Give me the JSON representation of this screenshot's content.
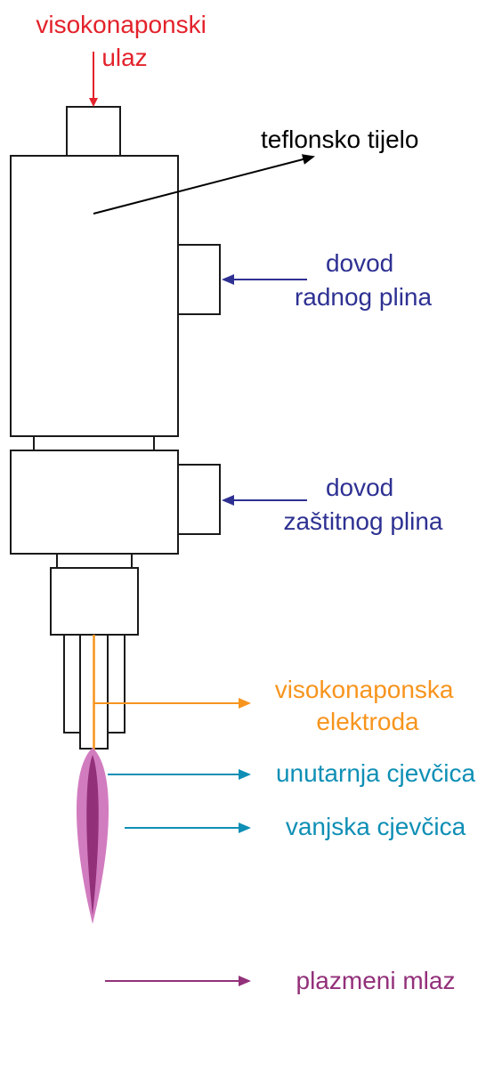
{
  "labels": {
    "hv_input": [
      "visokonaponski",
      "ulaz"
    ],
    "teflon_body": [
      "teflonsko tijelo"
    ],
    "working_gas": [
      "dovod",
      "radnog plina"
    ],
    "shield_gas": [
      "dovod",
      "zaštitnog plina"
    ],
    "hv_electrode": [
      "visokonaponska",
      "elektroda"
    ],
    "inner_tube": [
      "unutarnja cjevčica"
    ],
    "outer_tube": [
      "vanjska cjevčica"
    ],
    "plasma_jet": [
      "plazmeni mlaz"
    ]
  },
  "colors": {
    "outline": "#1a1a1a",
    "hv_input": "#e3222b",
    "teflon_body": "#000000",
    "gas": "#2e3192",
    "electrode": "#f7941d",
    "tubes": "#0f8fb5",
    "plasma_outer": "#d27cc0",
    "plasma_inner": "#93307a",
    "plasma_label": "#93307a"
  }
}
